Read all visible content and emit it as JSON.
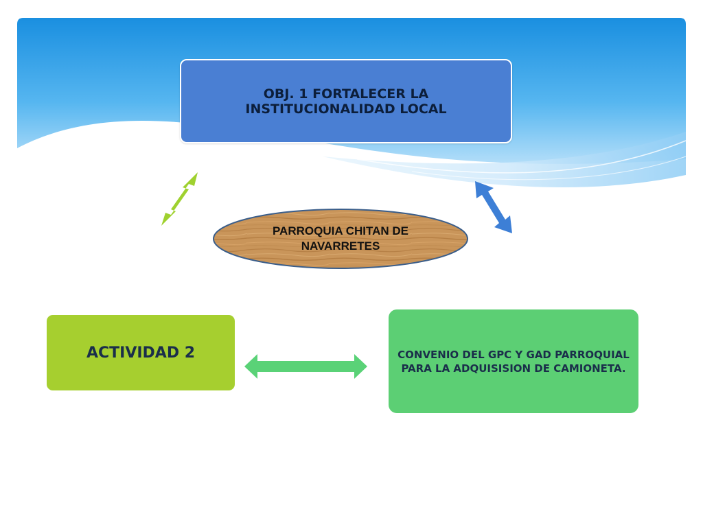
{
  "diagram": {
    "top_box": {
      "text": "OBJ. 1 FORTALECER LA INSTITUCIONALIDAD LOCAL"
    },
    "center_ellipse": {
      "text": "PARROQUIA CHITAN DE NAVARRETES"
    },
    "left_box": {
      "text": "ACTIVIDAD 2"
    },
    "right_box": {
      "text": "CONVENIO DEL GPC Y GAD PARROQUIAL PARA LA ADQUISISION DE CAMIONETA."
    }
  },
  "colors": {
    "top_box": "#4a7fd3",
    "left_box": "#a6cf2f",
    "right_box": "#5ccf74",
    "arrow_left": "#9fd12f",
    "arrow_right": "#3d7fd6",
    "arrow_bottom": "#5ad277"
  }
}
